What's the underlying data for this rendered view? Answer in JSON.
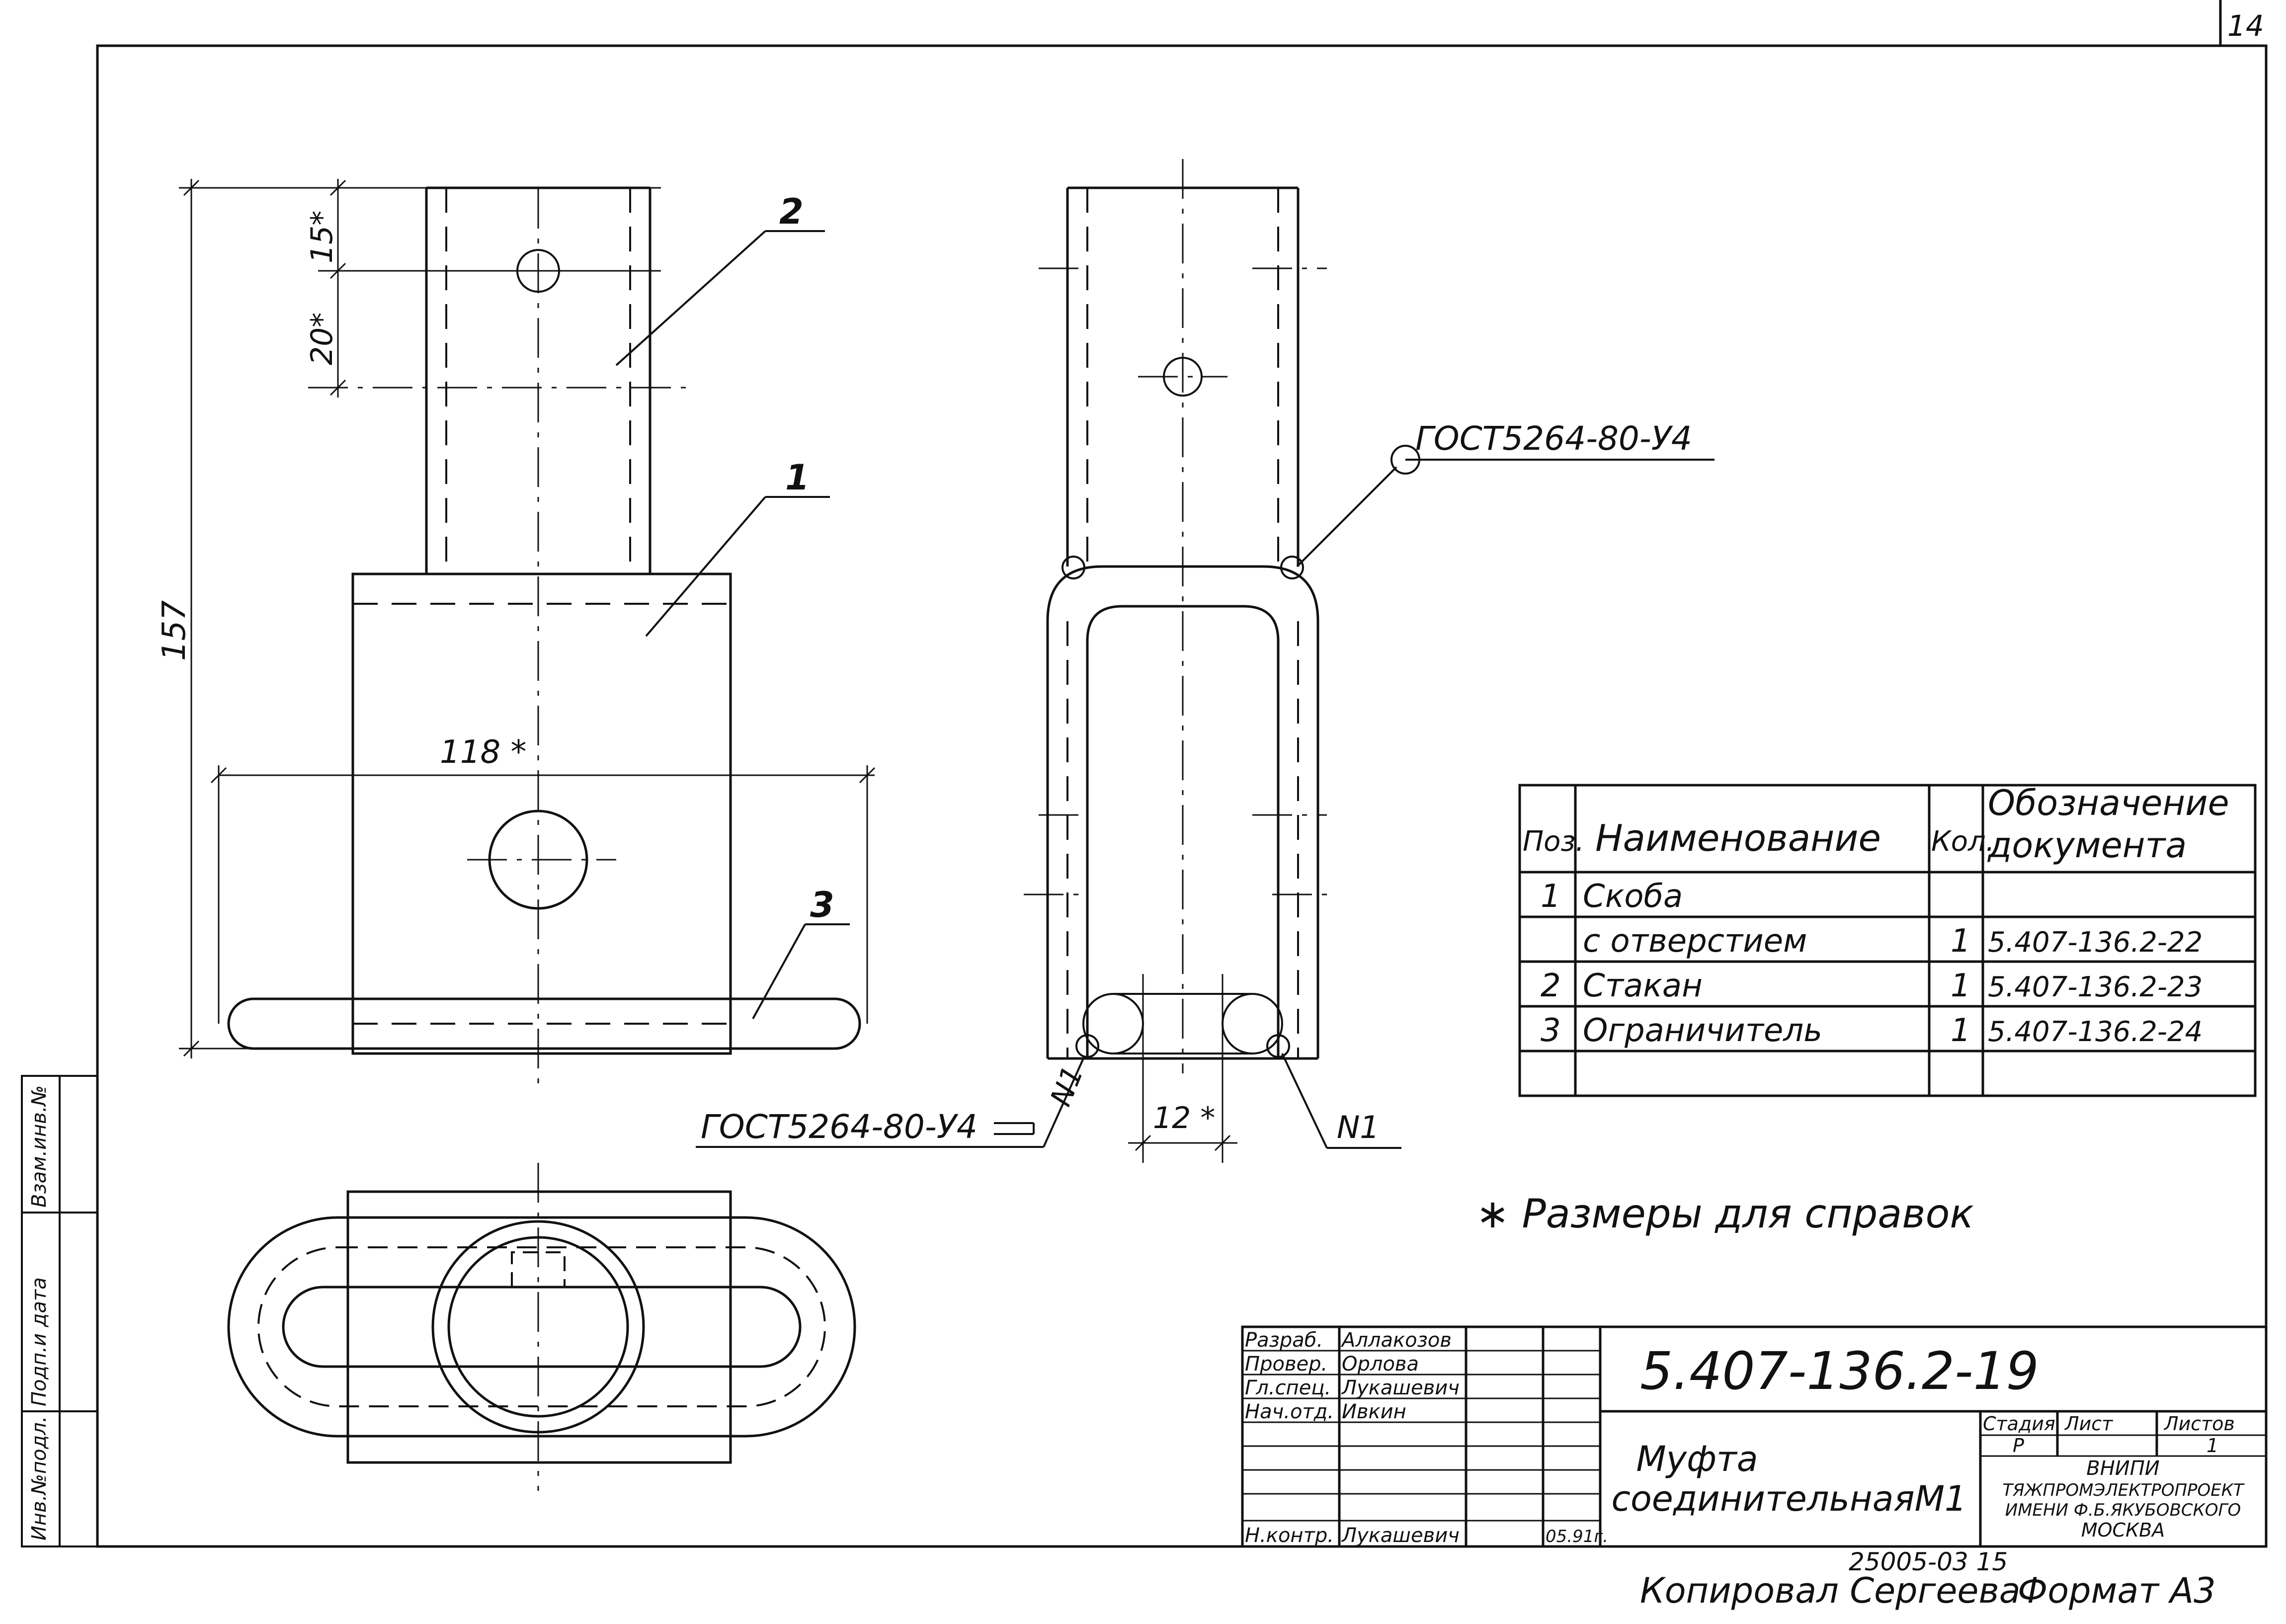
{
  "sheet_number": "14",
  "positions": {
    "p1": "1",
    "p2": "2",
    "p3": "3"
  },
  "dimensions": {
    "d157": "157",
    "d15": "15*",
    "d20": "20*",
    "d118": "118 *",
    "d12": "12 *"
  },
  "weld_labels": {
    "gost_top": "ГОСТ5264-80-У4",
    "gost_bottom": "ГОСТ5264-80-У4",
    "n1_left": "N1",
    "n1_right": "N1"
  },
  "note": "∗ Размеры для справок",
  "spec_table": {
    "headers": {
      "pos": "Поз.",
      "name": "Наименование",
      "qty": "Кол.",
      "doc_line1": "Обозначение",
      "doc_line2": "документа"
    },
    "rows": [
      {
        "pos": "1",
        "name": "Скоба",
        "qty": "",
        "doc": ""
      },
      {
        "pos": "",
        "name": "с отверстием",
        "qty": "1",
        "doc": "5.407-136.2-22"
      },
      {
        "pos": "2",
        "name": "Стакан",
        "qty": "1",
        "doc": "5.407-136.2-23"
      },
      {
        "pos": "3",
        "name": "Ограничитель",
        "qty": "1",
        "doc": "5.407-136.2-24"
      },
      {
        "pos": "",
        "name": "",
        "qty": "",
        "doc": ""
      }
    ]
  },
  "side_stamp": {
    "c1": "Инв.№подл.",
    "c2": "Подп.и дата",
    "c3": "Взам.инв.№"
  },
  "title_block": {
    "designation": "5.407-136.2-19",
    "roles": [
      {
        "role": "Разраб.",
        "name": "Аллакозов"
      },
      {
        "role": "Провер.",
        "name": "Орлова"
      },
      {
        "role": "Гл.спец.",
        "name": "Лукашевич"
      },
      {
        "role": "Нач.отд.",
        "name": "Ивкин"
      },
      {
        "role": "",
        "name": ""
      },
      {
        "role": "",
        "name": ""
      },
      {
        "role": "Н.контр.",
        "name": "Лукашевич"
      }
    ],
    "date": "05.91г.",
    "title_line1": "Муфта",
    "title_line2": "соединительнаяМ1",
    "stage_label": "Стадия",
    "sheet_label": "Лист",
    "sheets_label": "Листов",
    "stage_value": "Р",
    "sheet_value": "",
    "sheets_value": "1",
    "org_line1": "ВНИПИ",
    "org_line2": "ТЯЖПРОМЭЛЕКТРОПРОЕКТ",
    "org_line3": "ИМЕНИ Ф.Б.ЯКУБОВСКОГО",
    "org_line4": "МОСКВА"
  },
  "footer": {
    "order": "25005-03   15",
    "copied": "Копировал Сергеева",
    "format": "Формат А3"
  }
}
